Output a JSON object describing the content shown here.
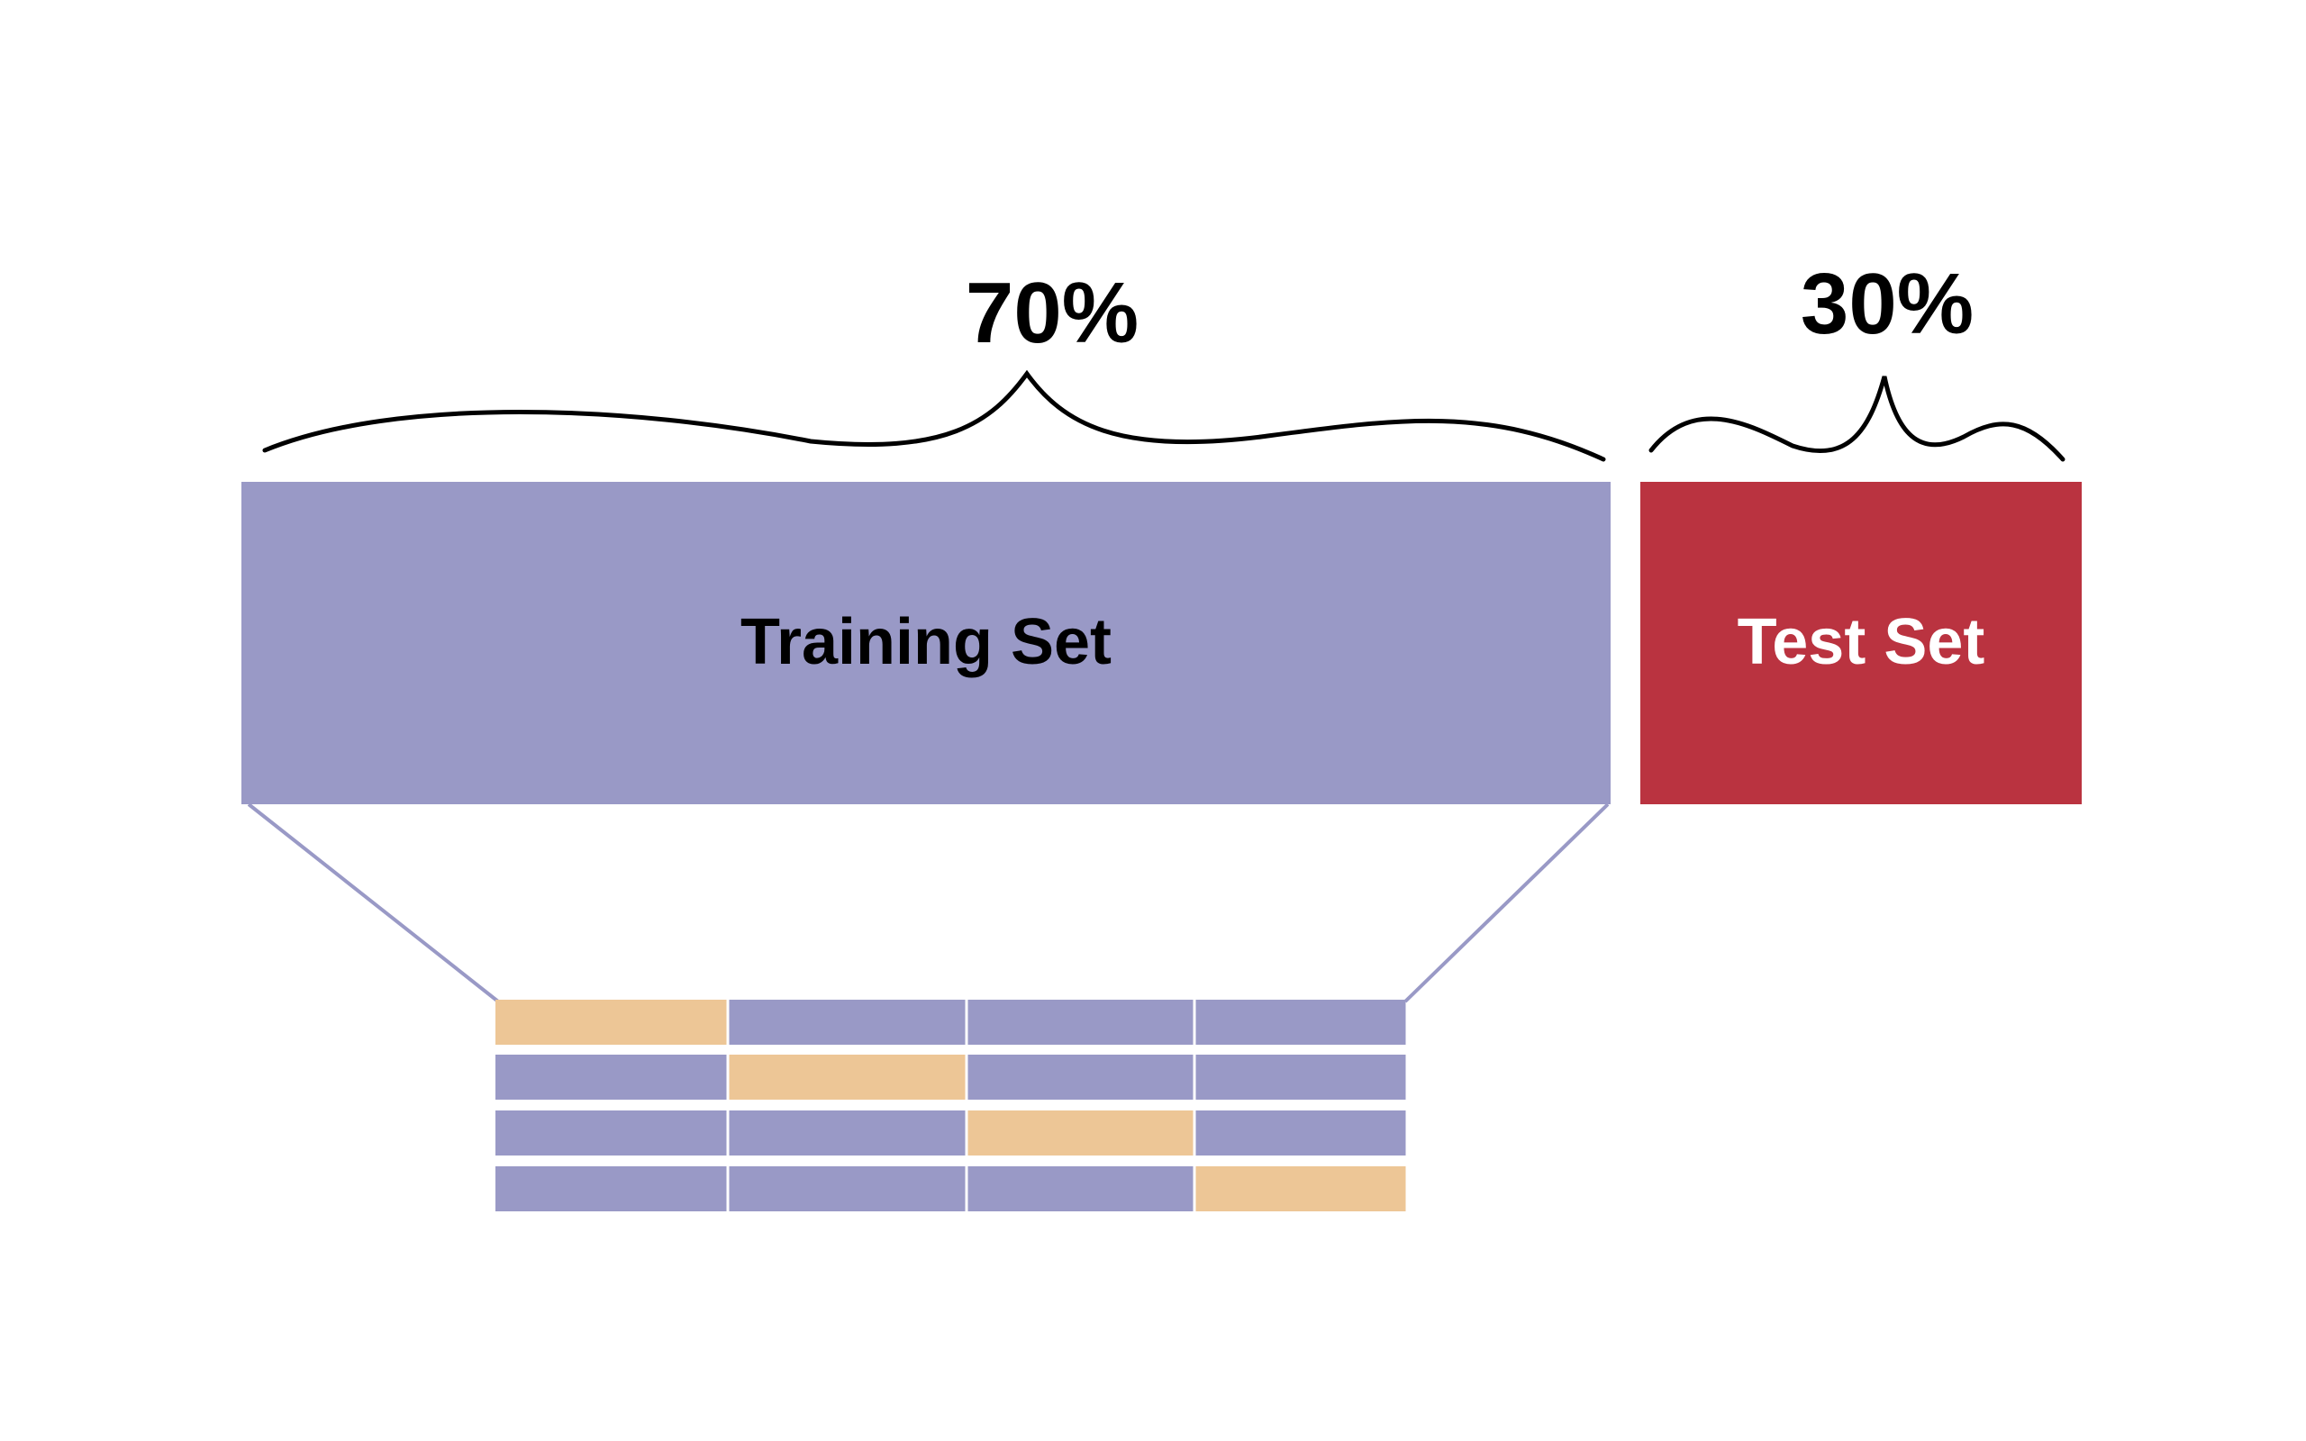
{
  "training": {
    "percent_label": "70%",
    "label": "Training Set",
    "color": "#9999C6"
  },
  "test": {
    "percent_label": "30%",
    "label": "Test Set",
    "color": "#BA3340"
  },
  "folds": {
    "count": 4,
    "validation_color": "#EDC696",
    "training_color": "#9999C6",
    "rows": [
      {
        "validation_fold": 0
      },
      {
        "validation_fold": 1
      },
      {
        "validation_fold": 2
      },
      {
        "validation_fold": 3
      }
    ]
  }
}
